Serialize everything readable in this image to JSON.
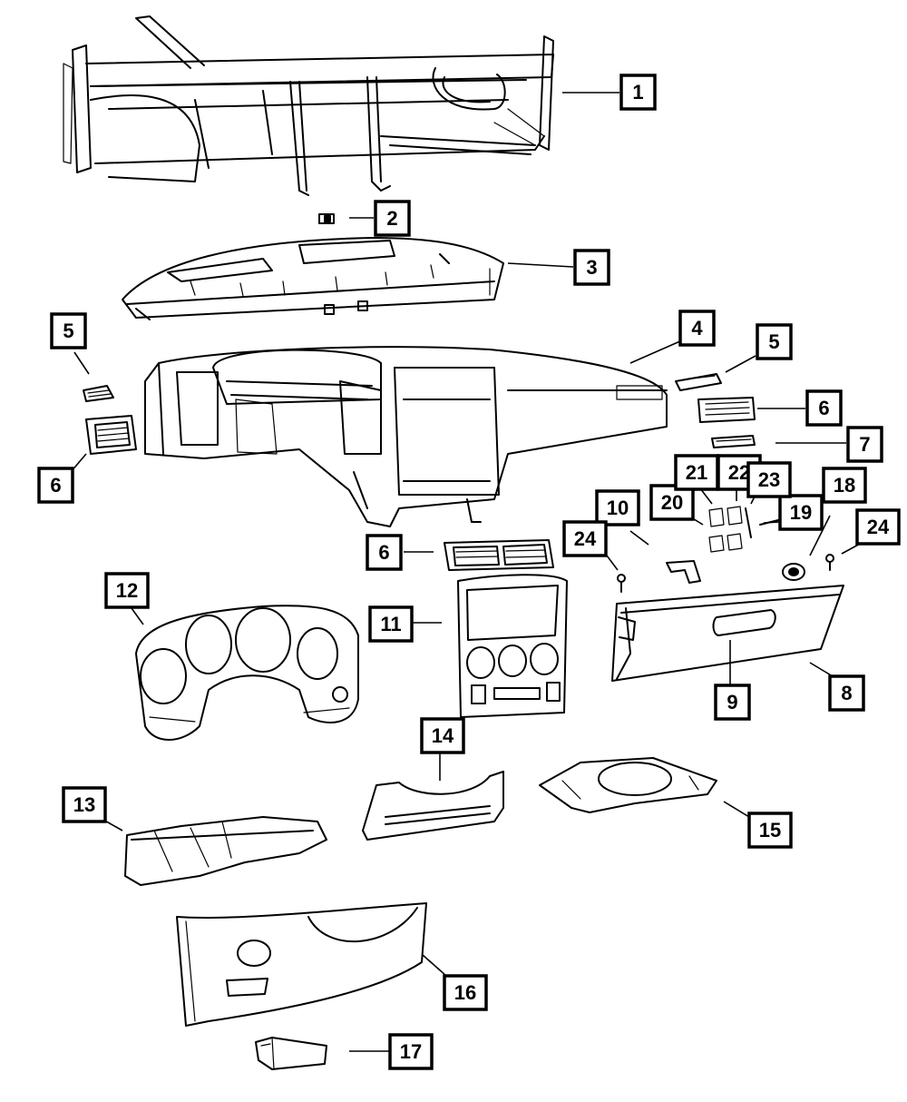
{
  "callouts": [
    "1",
    "2",
    "3",
    "4",
    "5",
    "5",
    "6",
    "6",
    "7",
    "6",
    "8",
    "9",
    "10",
    "11",
    "12",
    "13",
    "14",
    "15",
    "16",
    "17",
    "18",
    "19",
    "20",
    "21",
    "22",
    "23",
    "24",
    "24"
  ],
  "parts": [
    "cross-car-beam",
    "bracket-small",
    "dash-top-cover",
    "instrument-panel",
    "vent-small-left",
    "vent-left",
    "vent-small-right",
    "vent-right",
    "trim-strip",
    "center-vents",
    "glove-box-door",
    "glove-box-handle",
    "glove-box-bracket",
    "center-bezel",
    "cluster-bezel",
    "lower-panel-left",
    "center-lower-trim",
    "lower-panel-right",
    "knee-bolster",
    "switch-panel",
    "knob",
    "pin",
    "clip-a",
    "clip-b",
    "clip-c",
    "spring",
    "screw-left",
    "screw-right"
  ]
}
